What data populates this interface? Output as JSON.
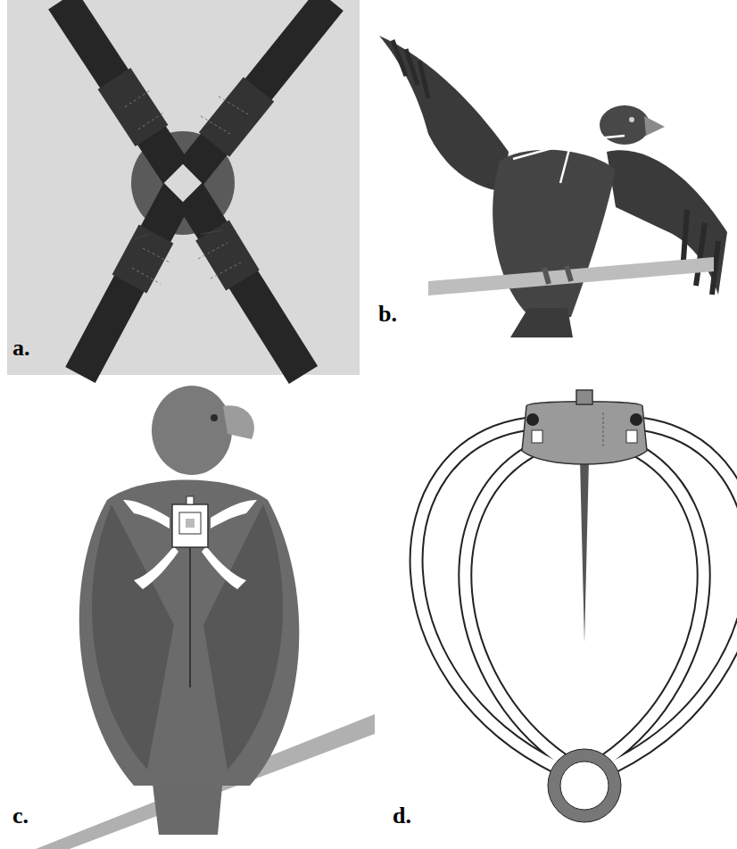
{
  "diagram": {
    "labels": [
      "a.",
      "b.",
      "c.",
      "d."
    ]
  }
}
